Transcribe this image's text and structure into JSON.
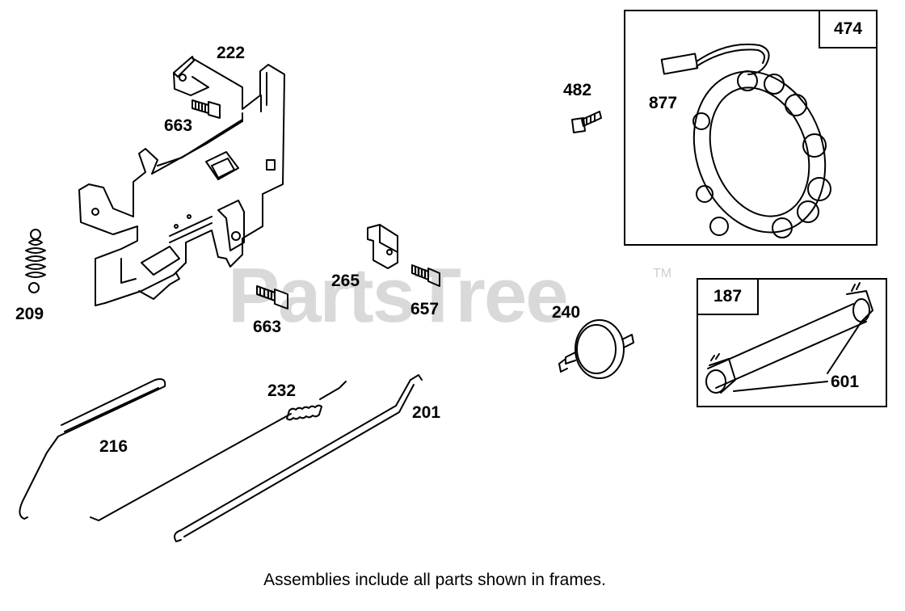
{
  "watermark": {
    "text": "PartsTree",
    "trademark": "TM"
  },
  "caption": "Assemblies include all parts shown in frames.",
  "frames": [
    {
      "id": "frame-474",
      "tag": "474"
    },
    {
      "id": "frame-187",
      "tag": "187"
    }
  ],
  "parts": {
    "p222": "222",
    "p663a": "663",
    "p663b": "663",
    "p209": "209",
    "p265": "265",
    "p657": "657",
    "p482": "482",
    "p877": "877",
    "p240": "240",
    "p601": "601",
    "p232": "232",
    "p201": "201",
    "p216": "216"
  }
}
